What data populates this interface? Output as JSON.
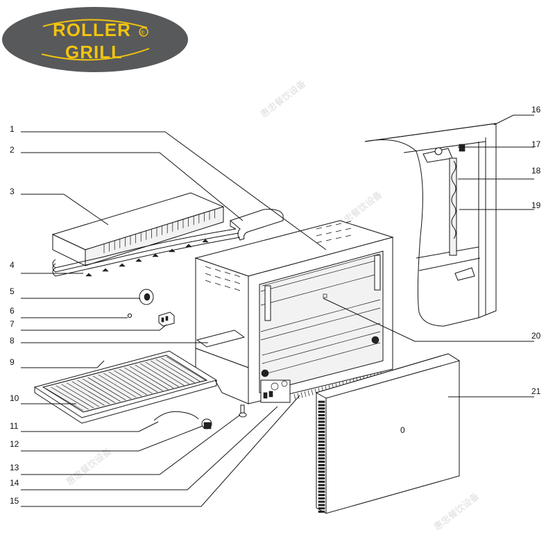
{
  "logo": {
    "line1": "ROLLER",
    "line2": "GRILL",
    "registered": "®",
    "colors": {
      "badge": "#58595b",
      "text": "#f1c40f"
    }
  },
  "watermark": "惠忠餐饮设备",
  "callouts": [
    "1",
    "2",
    "3",
    "4",
    "5",
    "6",
    "7",
    "8",
    "9",
    "10",
    "11",
    "12",
    "13",
    "14",
    "15",
    "16",
    "17",
    "18",
    "19",
    "20",
    "21"
  ],
  "door_knob_label": "0"
}
